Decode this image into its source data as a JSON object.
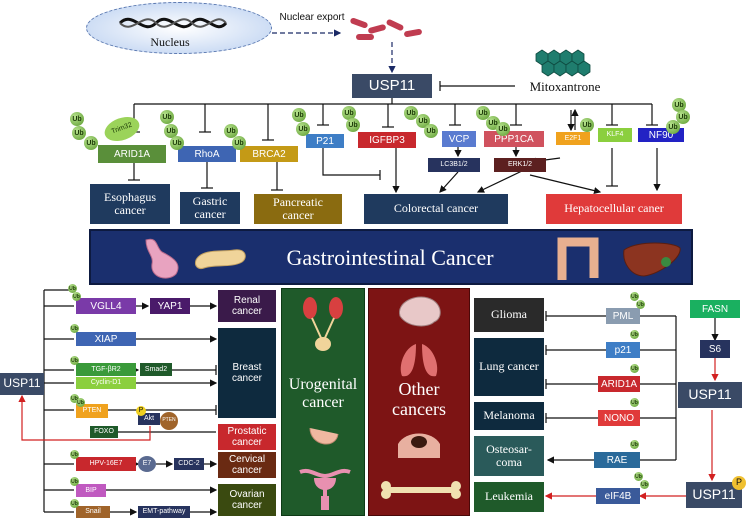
{
  "nucleus": {
    "label": "Nucleus",
    "export_label": "Nuclear export"
  },
  "hub": {
    "label": "USP11"
  },
  "inhibitor": {
    "label": "Mitoxantrone"
  },
  "ub_label": "Ub",
  "trim": "Trim32",
  "top_substrates": [
    "ARID1A",
    "RhoA",
    "BRCA2",
    "P21",
    "IGFBP3",
    "VCP",
    "PPP1CA",
    "E2F1",
    "KLF4",
    "NF90"
  ],
  "mid_nodes": [
    "LC3B1/2",
    "ERK1/2"
  ],
  "top_cancers": [
    "Esophagus cancer",
    "Gastric cancer",
    "Pancreatic cancer",
    "Colorectal cancer",
    "Hepatocellular caner"
  ],
  "banner": {
    "label": "Gastrointestinal Cancer"
  },
  "left": {
    "hub": "USP11",
    "nodes": [
      "VGLL4",
      "YAP1",
      "XIAP",
      "TGF-βR2",
      "Smad2",
      "Cyclin-D1",
      "PTEN",
      "Akt",
      "FOXO",
      "HPV-16E7",
      "E7",
      "CDC-2",
      "BIP",
      "Snail",
      "EMT-pathway"
    ],
    "pten_sub": {
      "p": "P",
      "ptag": "PTEN"
    },
    "cancers": [
      "Renal cancer",
      "Breast cancer",
      "Prostatic cancer",
      "Cervical cancer",
      "Ovarian cancer"
    ]
  },
  "uro": {
    "label": "Urogenital cancer"
  },
  "other": {
    "label": "Other cancers"
  },
  "right": {
    "cancers": [
      "Glioma",
      "Lung cancer",
      "Melanoma",
      "Osteosar-coma",
      "Leukemia"
    ],
    "nodes": [
      "PML",
      "p21",
      "ARID1A",
      "NONO",
      "RAE",
      "eIF4B"
    ],
    "hub": "USP11",
    "hub2": "USP11",
    "p_label": "P",
    "fasn": "FASN",
    "s6": "S6"
  },
  "colors": {
    "hub": "#3a4a66",
    "banner": "#1a2f6e",
    "uro": "#1f5a2a",
    "other": "#7d1414",
    "ub": "#7dbf45",
    "red_arrow": "#d22020"
  }
}
